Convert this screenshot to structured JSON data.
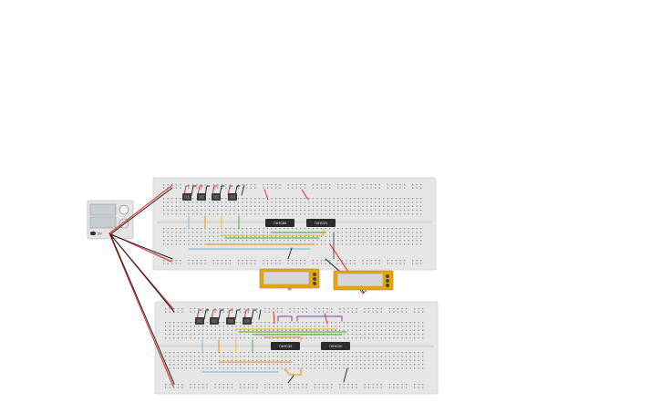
{
  "colors": {
    "board": "#e6e6e6",
    "board_edge": "#d2d2d2",
    "hole": "#8a8a8a",
    "wire_red": "#e02020",
    "wire_black": "#1a1a1a",
    "wire_yellow": "#e8c300",
    "wire_orange": "#f08a00",
    "wire_green": "#3aaa35",
    "wire_blue": "#6ab7d6",
    "wire_purple": "#7b3fa6",
    "chip": "#2b2b2b",
    "display_frame": "#e6a800",
    "display_screen": "#d6d6d6"
  },
  "chips": [
    {
      "label": "74HC86",
      "icon": "ic-chip"
    },
    {
      "label": "74HC21",
      "icon": "ic-chip"
    },
    {
      "label": "74HC32",
      "icon": "ic-chip"
    },
    {
      "label": "74HC20",
      "icon": "ic-chip"
    }
  ],
  "power_supply": {
    "label": "5V",
    "icon": "power-supply-icon"
  },
  "displays": [
    {
      "icon": "seven-segment-display"
    },
    {
      "icon": "seven-segment-display"
    }
  ]
}
